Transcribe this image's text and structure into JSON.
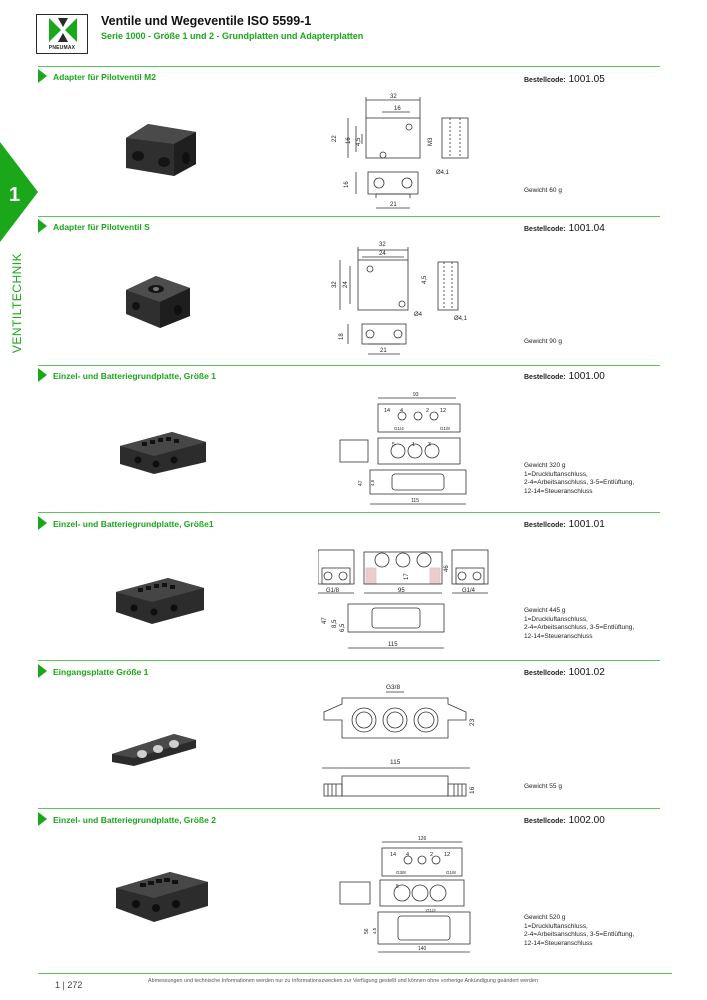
{
  "header": {
    "title": "Ventile und Wegeventile ISO 5599-1",
    "subtitle": "Serie 1000 - Größe 1 und 2 - Grundplatten und Adapterplatten",
    "brand": "PNEUMAX"
  },
  "side_tab": {
    "number": "1",
    "label": "VENTILTECHNIK"
  },
  "order_label": "Bestellcode:",
  "sections": [
    {
      "title": "Adapter für Pilotventil M2",
      "code": "1001.05",
      "info": [
        "Gewicht 60 g"
      ],
      "dims": {
        "w_top": "32",
        "w_inner": "16",
        "h_total": "22",
        "h_inner": "16",
        "h_small": "4,5",
        "thread": "M3",
        "dia": "Ø4,1",
        "bottom_h": "16",
        "bottom_w": "21"
      }
    },
    {
      "title": "Adapter für Pilotventil S",
      "code": "1001.04",
      "info": [
        "Gewicht 90 g"
      ],
      "dims": {
        "w_top": "32",
        "w_inner": "24",
        "h_total": "32",
        "h_inner": "24",
        "h_small": "4,5",
        "dia_a": "Ø4",
        "dia_b": "Ø4,1",
        "bottom_h": "18",
        "bottom_w": "21"
      }
    },
    {
      "title": "Einzel- und Batteriegrundplatte, Größe 1",
      "code": "1001.00",
      "info": [
        "Gewicht 320 g",
        "1=Druckluftanschluss,",
        "2-4=Arbeitsanschluss, 3-5=Entlüftung,",
        "12-14=Steueranschluss"
      ],
      "dims": {
        "w_top": "93",
        "p14": "14",
        "p4": "4",
        "p2": "2",
        "p12": "12",
        "g_a": "G1/4",
        "g_b": "G1/8",
        "p5": "5",
        "p1": "1",
        "p3": "3",
        "h_side": "47",
        "h_small": "4,5",
        "w_bottom": "115"
      }
    },
    {
      "title": "Einzel- und Batteriegrundplatte, Größe1",
      "code": "1001.01",
      "info": [
        "Gewicht 445 g",
        "1=Druckluftanschluss,",
        "2-4=Arbeitsanschluss, 3-5=Entlüftung,",
        "12-14=Steueranschluss"
      ],
      "dims": {
        "g_left": "G1/8",
        "w_mid": "95",
        "g_right": "G1/4",
        "h_mid": "17",
        "h_right": "46",
        "h_side": "47",
        "h_a": "8,5",
        "h_b": "6,5",
        "w_bottom": "115"
      }
    },
    {
      "title": "Eingangsplatte Größe 1",
      "code": "1001.02",
      "info": [
        "Gewicht 55 g"
      ],
      "dims": {
        "thread": "G3/8",
        "h_top": "23",
        "w_bottom": "115",
        "h_bottom": "16"
      }
    },
    {
      "title": "Einzel- und Batteriegrundplatte, Größe 2",
      "code": "1002.00",
      "info": [
        "Gewicht 520 g",
        "1=Druckluftanschluss,",
        "2-4=Arbeitsanschluss, 3-5=Entlüftung,",
        "12-14=Steueranschluss"
      ],
      "dims": {
        "w_top": "126",
        "p14": "14",
        "p4": "4",
        "p2": "2",
        "p12": "12",
        "g_a": "G3/8",
        "g_b": "G1/8",
        "p5": "5",
        "g_c": "G1/2",
        "h_side": "56",
        "h_small": "4,5",
        "w_bottom": "140"
      }
    }
  ],
  "footer": {
    "chapter": "1",
    "page": "272",
    "note": "Abmessungen und technische Informationen werden nur zu Informationszwecken zur Verfügung gestellt und können ohne vorherige Ankündigung geändert werden"
  },
  "colors": {
    "accent": "#1aa81a",
    "rule": "#5cc45c",
    "text": "#222222",
    "product": "#3a3a3a"
  }
}
